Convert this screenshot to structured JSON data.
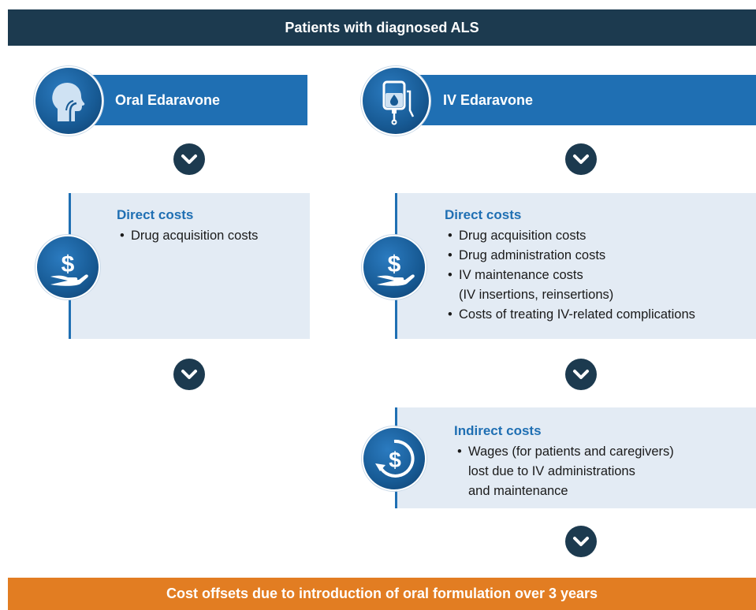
{
  "header": {
    "title": "Patients with diagnosed ALS"
  },
  "footer": {
    "title": "Cost offsets due to introduction of oral formulation over 3 years"
  },
  "arms": [
    {
      "label": "Oral Edaravone",
      "icon": "head-profile-icon",
      "direct": {
        "title": "Direct costs",
        "items": [
          "Drug acquisition costs"
        ]
      }
    },
    {
      "label": "IV Edaravone",
      "icon": "iv-bag-icon",
      "direct": {
        "title": "Direct costs",
        "items": [
          "Drug acquisition costs",
          "Drug administration costs",
          "IV maintenance costs\n(IV insertions, reinsertions)",
          "Costs of treating IV-related complications"
        ]
      },
      "indirect": {
        "title": "Indirect costs",
        "items": [
          "Wages (for patients and caregivers)\nlost due to IV administrations\nand maintenance"
        ]
      }
    }
  ],
  "colors": {
    "header_bg": "#1c3a4f",
    "arm_bar": "#1f6fb3",
    "box_bg": "#e3ebf4",
    "title_blue": "#1f6fb3",
    "footer_bg": "#e27d22"
  }
}
